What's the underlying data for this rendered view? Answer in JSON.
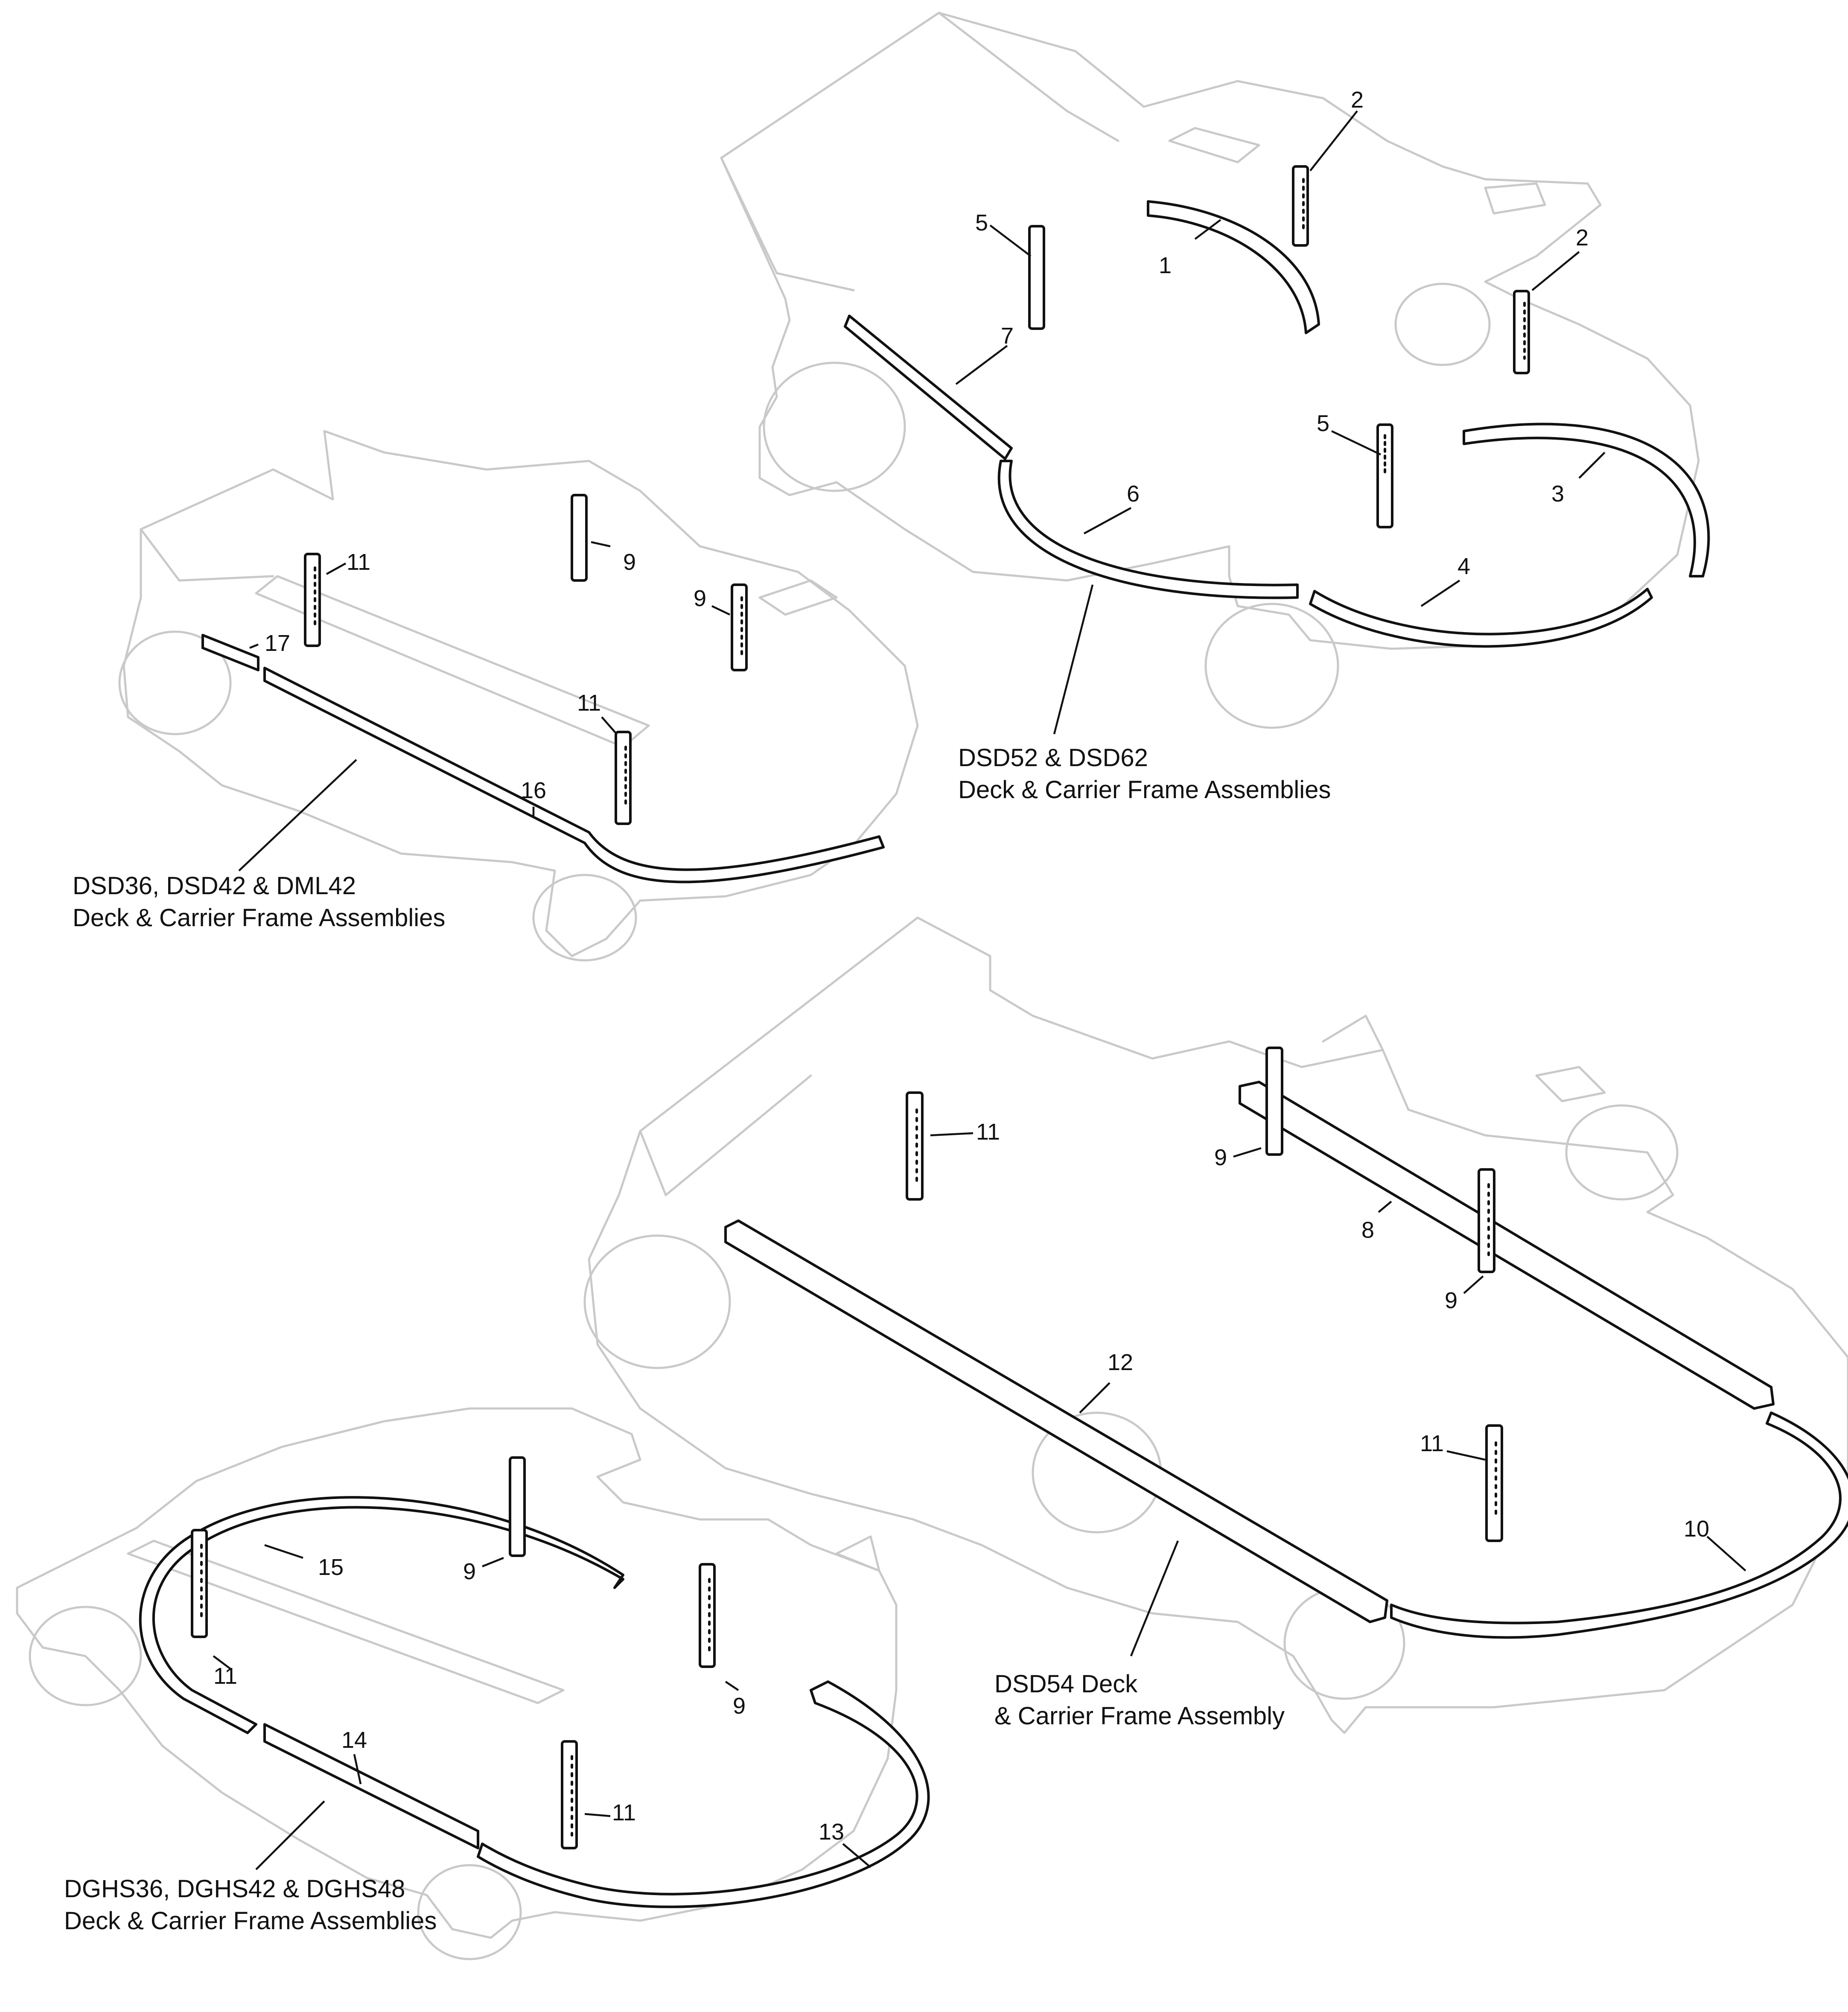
{
  "assemblies": {
    "dsd52_62": {
      "line1": "DSD52 & DSD62",
      "line2": "Deck & Carrier Frame Assemblies"
    },
    "dsd36_42": {
      "line1": "DSD36, DSD42 & DML42",
      "line2": "Deck & Carrier Frame Assemblies"
    },
    "dsd54": {
      "line1": "DSD54 Deck",
      "line2": "& Carrier Frame Assembly"
    },
    "dghs": {
      "line1": "DGHS36, DGHS42 & DGHS48",
      "line2": "Deck & Carrier Frame Assemblies"
    }
  },
  "callouts": {
    "c1": "1",
    "c2a": "2",
    "c2b": "2",
    "c3": "3",
    "c4": "4",
    "c5a": "5",
    "c5b": "5",
    "c6": "6",
    "c7": "7",
    "c9a": "9",
    "c9b": "9",
    "c11a": "11",
    "c11b": "11",
    "c16": "16",
    "c17": "17",
    "c11c": "11",
    "c9c": "9",
    "c8": "8",
    "c9d": "9",
    "c12": "12",
    "c11d": "11",
    "c10": "10",
    "c15": "15",
    "c9e": "9",
    "c11e": "11",
    "c9f": "9",
    "c14": "14",
    "c11f": "11",
    "c13": "13"
  }
}
